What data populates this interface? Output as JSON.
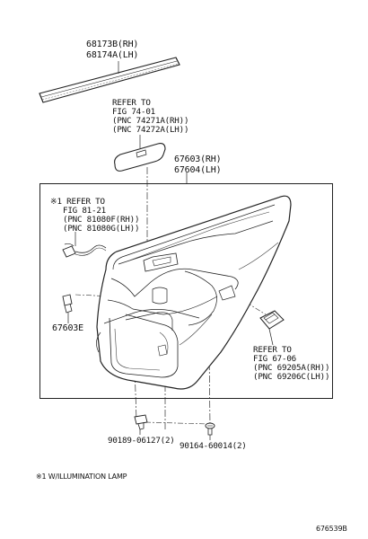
{
  "labels": {
    "molding_rh": "68173B(RH)",
    "molding_lh": "68174A(LH)",
    "switch_refer": "REFER TO",
    "switch_fig": "FIG 74-01",
    "switch_pnc_rh": "(PNC 74271A(RH))",
    "switch_pnc_lh": "(PNC 74272A(LH))",
    "panel_rh": "67603(RH)",
    "panel_lh": "67604(LH)",
    "lamp_refer": "※1 REFER TO",
    "lamp_fig": "FIG 81-21",
    "lamp_pnc_rh": "(PNC 81080F(RH))",
    "lamp_pnc_lh": "(PNC 81080G(LH))",
    "clip": "67603E",
    "handle_refer": "REFER TO",
    "handle_fig": "FIG 67-06",
    "handle_pnc_rh": "(PNC 69205A(RH))",
    "handle_pnc_lh": "(PNC 69206C(LH))",
    "clip_part": "90189-06127(2)",
    "screw_part": "90164-60014(2)",
    "footnote": "※1 W/ILLUMINATION LAMP",
    "figure_code": "676539B"
  }
}
